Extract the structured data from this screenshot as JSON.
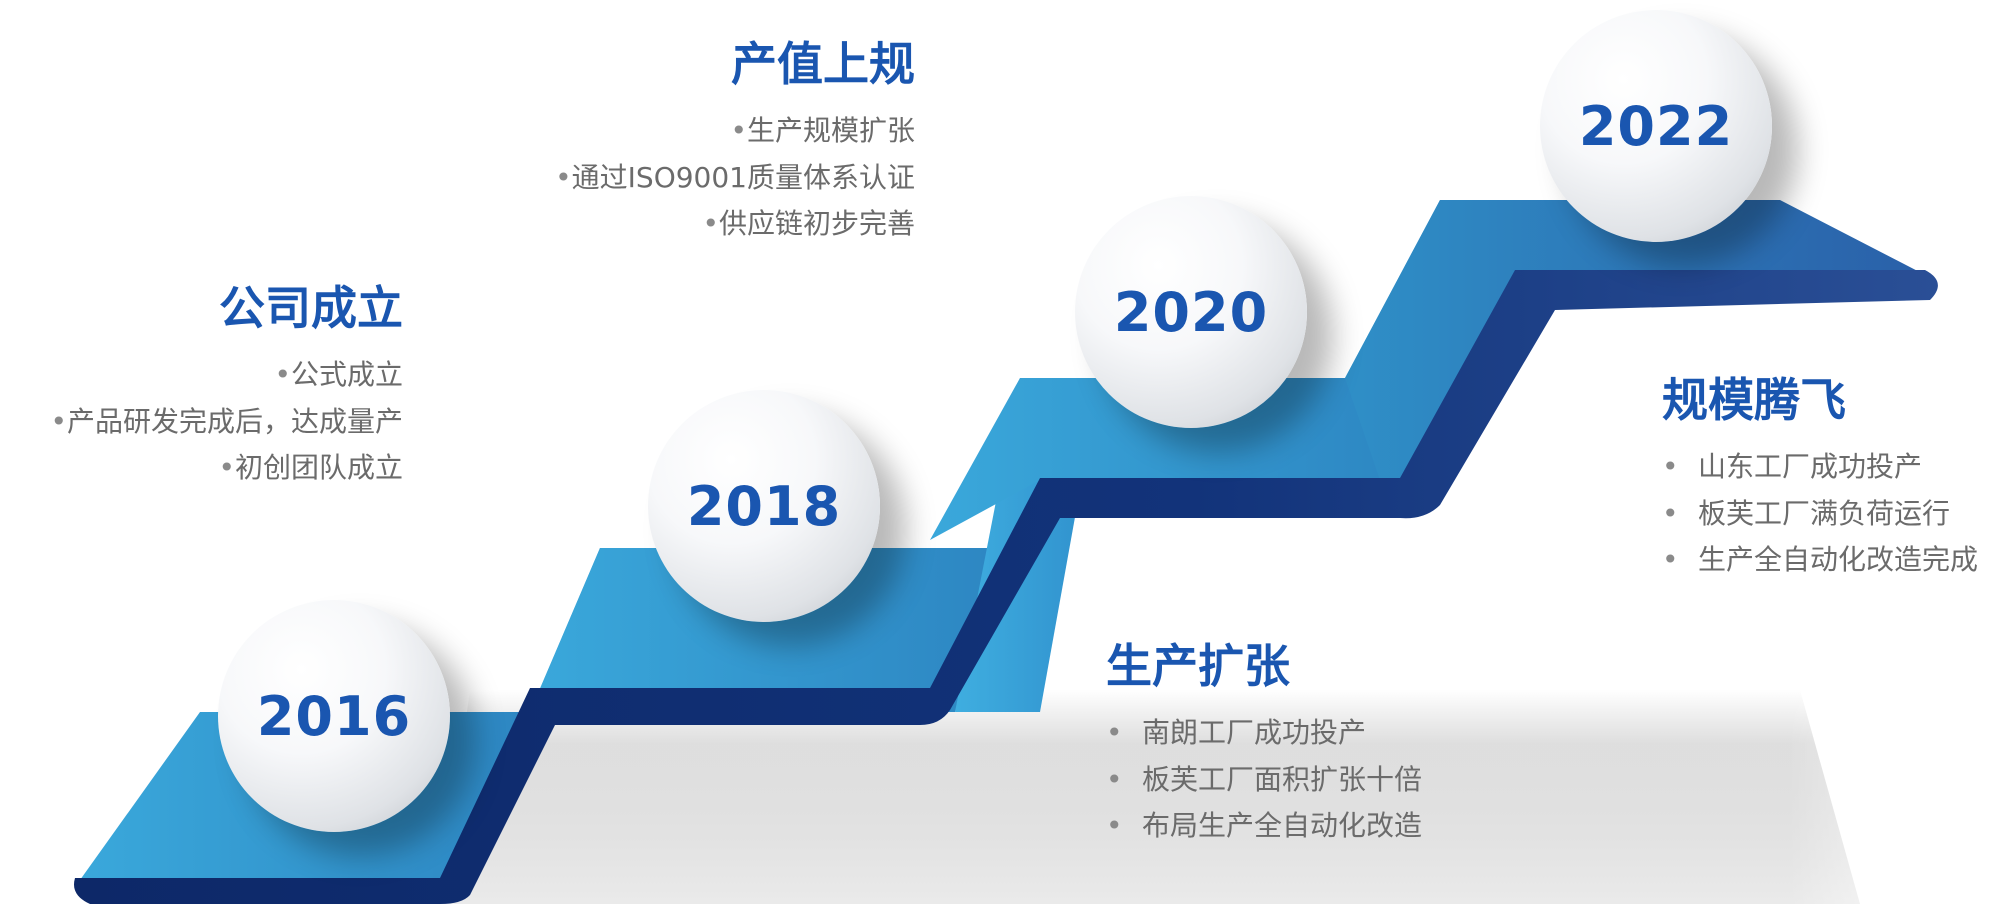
{
  "milestones": [
    {
      "year": "2016",
      "title": "公司成立",
      "items": [
        "公式成立",
        "产品研发完成后，达成量产",
        "初创团队成立"
      ]
    },
    {
      "year": "2018",
      "title": "产值上规",
      "items": [
        "生产规模扩张",
        "通过ISO9001质量体系认证",
        "供应链初步完善"
      ]
    },
    {
      "year": "2020",
      "title": "生产扩张",
      "items": [
        "南朗工厂成功投产",
        "板芙工厂面积扩张十倍",
        "布局生产全自动化改造"
      ]
    },
    {
      "year": "2022",
      "title": "规模腾飞",
      "items": [
        "山东工厂成功投产",
        "板芙工厂满负荷运行",
        "生产全自动化改造完成"
      ]
    }
  ],
  "colors": {
    "title": "#1a56b0",
    "body_text": "#6b6b6b",
    "stair_top": "#3aa3d6",
    "stair_riser": "#1b3f86",
    "stair_front": "#0e2a6b"
  }
}
